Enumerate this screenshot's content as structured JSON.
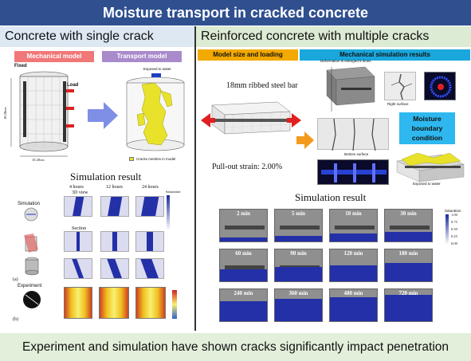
{
  "header": {
    "title": "Moisture transport in cracked concrete",
    "left_panel": "Concrete with single crack",
    "right_panel": "Reinforced concrete with multiple cracks"
  },
  "left": {
    "tag_mechanical": "Mechanical model",
    "tag_transport": "Transport model",
    "label_fixed": "Fixed",
    "label_load": "Load",
    "label_exposed": "Exposed to water",
    "label_cracks": "Cracks meshes in model",
    "dim_height": "10.20cm",
    "dim_diameter": "10.20cm",
    "sim_title": "Simulation result",
    "col_times": [
      "4 hours",
      "12 hours",
      "24 hours"
    ],
    "view_3d": "3D view",
    "view_section": "Section",
    "row_simulation": "Simulation",
    "row_experiment": "Experiment",
    "mark_a": "(a)",
    "mark_b": "(b)",
    "saturation": "Saturation"
  },
  "right": {
    "tag_model_size": "Model size and loading",
    "tag_mech_results": "Mechanical simulation results",
    "steel_bar": "18mm ribbed steel bar",
    "pullout": "Pull-out strain: 2.00%",
    "deformation": "Deformation is enlarged 5 times",
    "right_surface": "Right surface",
    "bottom_surface": "Bottom surface",
    "exposed": "Exposed to water",
    "boundary": "Moisture boundary condition",
    "sim_title": "Simulation result",
    "saturation": "Saturation",
    "times": [
      "2 min",
      "5 min",
      "10 min",
      "30 min",
      "60 min",
      "90 min",
      "120 min",
      "180 min",
      "240 min",
      "360 min",
      "480 min",
      "720 min"
    ],
    "scale_ticks": [
      "1.00",
      "0.75",
      "0.50",
      "0.25",
      "0.00"
    ]
  },
  "footer": {
    "text": "Experiment and simulation have shown cracks significantly impact penetration"
  },
  "colors": {
    "title_bg": "#2f4f8f",
    "left_head_bg": "#dde8f3",
    "right_head_bg": "#dcebd3",
    "footer_bg": "#e2efda",
    "tag_red": "#f07878",
    "tag_purple": "#a98acb",
    "tag_orange": "#f2a900",
    "tag_cyan": "#1aa7dc",
    "crack_yellow": "#e8e22a",
    "moisture_blue": "#2330a8"
  }
}
